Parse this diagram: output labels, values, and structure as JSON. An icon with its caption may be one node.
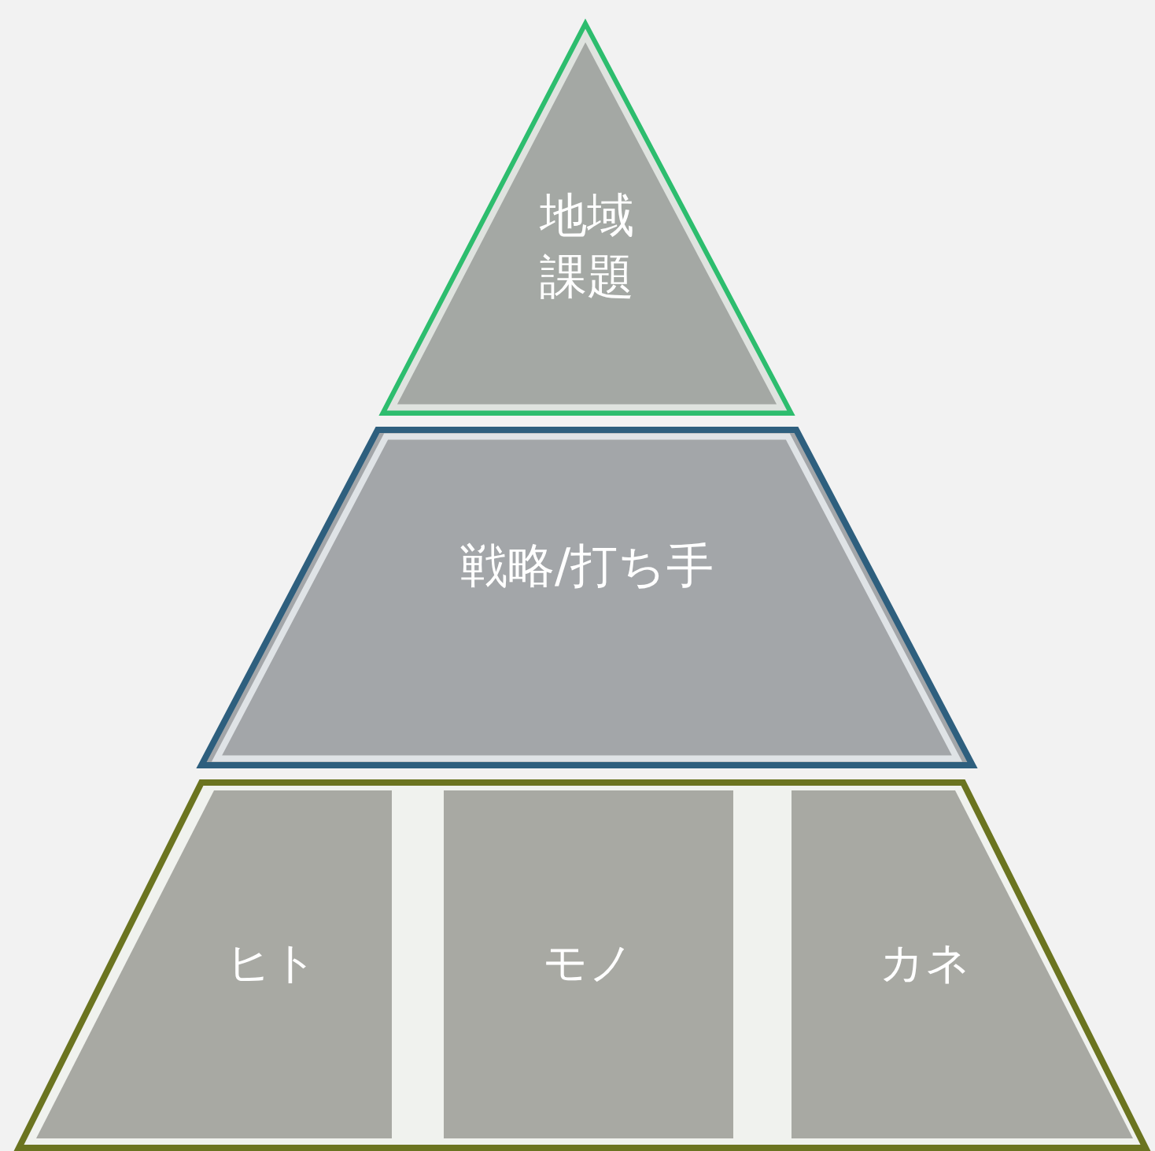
{
  "diagram": {
    "nodes": [
      {
        "text": [
          "地域課題"
        ]
      },
      {
        "text": [
          "戦略/打ち手"
        ]
      },
      {
        "text": [],
        "shape": "trapezoid"
      },
      {
        "text": [
          "ヒト"
        ],
        "in": 2
      },
      {
        "text": [
          "モノ"
        ],
        "in": 2
      },
      {
        "text": [
          "カネ"
        ],
        "in": 2
      }
    ],
    "edges": []
  }
}
